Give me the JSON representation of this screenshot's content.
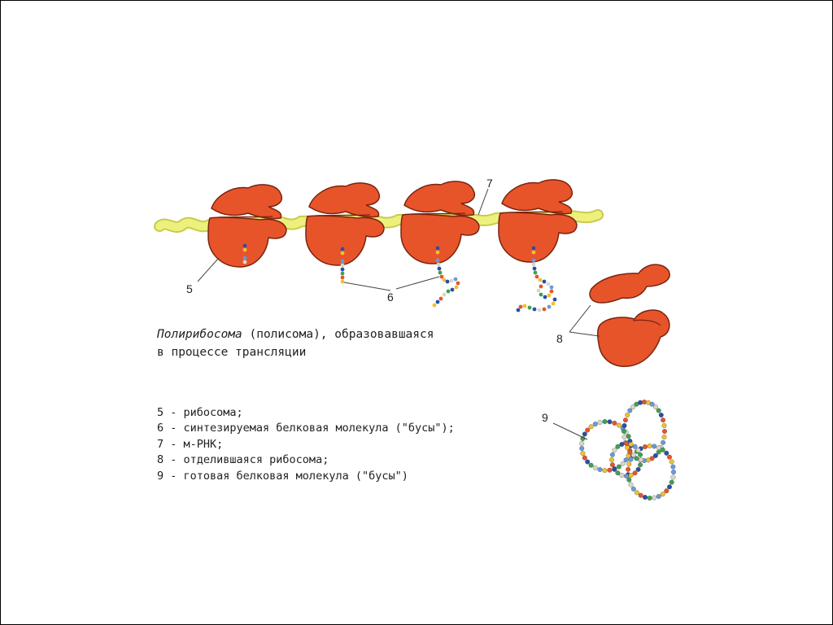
{
  "caption": {
    "title_italic": "Полирибосома",
    "title_rest_line1": " (полисома), образовавшаяся",
    "title_line2": "в процессе трансляции"
  },
  "legend": [
    "5 - рибосома;",
    "6 - синтезируемая белковая молекула (\"бусы\");",
    "7 - м-РНК;",
    "8 - отделившаяся рибосома;",
    "9 - готовая белковая молекула (\"бусы\")"
  ],
  "labels": {
    "label_5": "5",
    "label_6": "6",
    "label_7": "7",
    "label_8": "8",
    "label_9": "9"
  },
  "colors": {
    "ribosome": "#e8542a",
    "ribosome_outline": "#7a2410",
    "mrna": "#e8ee7a",
    "bead_colors": [
      "#2a4fa8",
      "#e8542a",
      "#f0c030",
      "#6a9ad8",
      "#d8d8c8",
      "#40a050"
    ]
  }
}
